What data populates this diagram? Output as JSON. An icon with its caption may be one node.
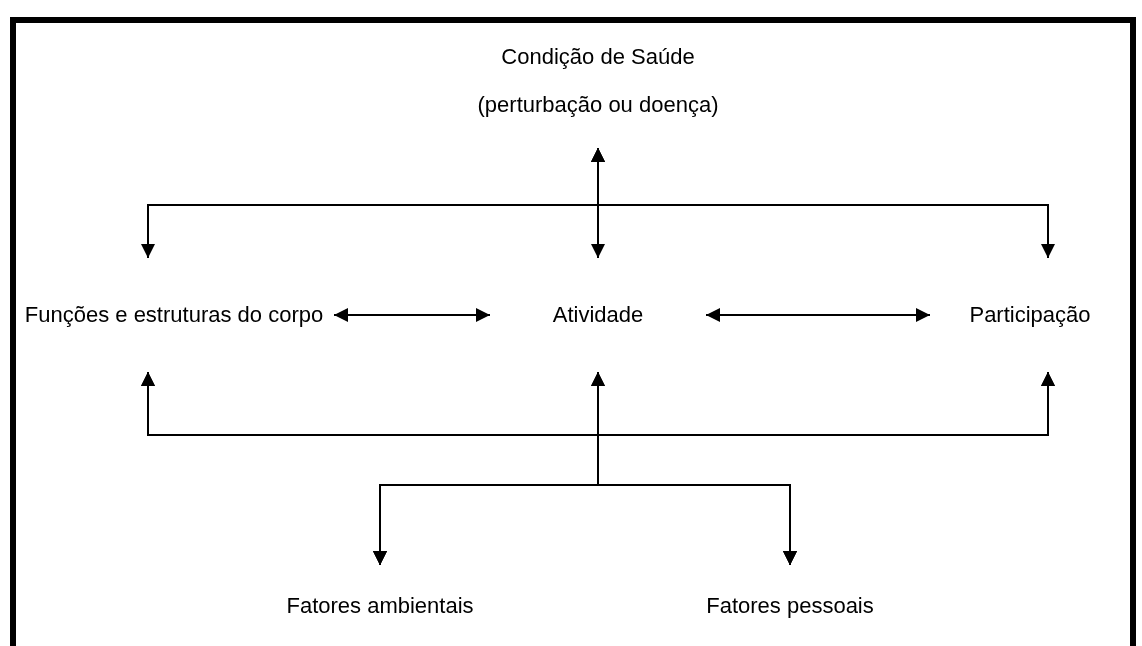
{
  "diagram": {
    "nodes": [
      {
        "text": [
          "Condição de Saúde",
          "(perturbação ou doença)"
        ]
      },
      {
        "text": [
          "Funções e estruturas do corpo"
        ]
      },
      {
        "text": [
          "Atividade"
        ]
      },
      {
        "text": [
          "Participação"
        ]
      },
      {
        "text": [
          "Fatores ambientais"
        ]
      },
      {
        "text": [
          "Fatores pessoais"
        ]
      }
    ],
    "edges": [
      {
        "from": 0,
        "to": 1,
        "arrow": "both"
      },
      {
        "from": 0,
        "to": 2,
        "arrow": "both"
      },
      {
        "from": 0,
        "to": 3,
        "arrow": "both"
      },
      {
        "from": 1,
        "to": 2,
        "arrow": "both"
      },
      {
        "from": 2,
        "to": 3,
        "arrow": "both"
      },
      {
        "from": 4,
        "to": 1,
        "arrow": "both"
      },
      {
        "from": 4,
        "to": 2,
        "arrow": "both"
      },
      {
        "from": 4,
        "to": 3,
        "arrow": "both"
      },
      {
        "from": 5,
        "to": 1,
        "arrow": "both"
      },
      {
        "from": 5,
        "to": 2,
        "arrow": "both"
      },
      {
        "from": 5,
        "to": 3,
        "arrow": "both"
      }
    ]
  }
}
